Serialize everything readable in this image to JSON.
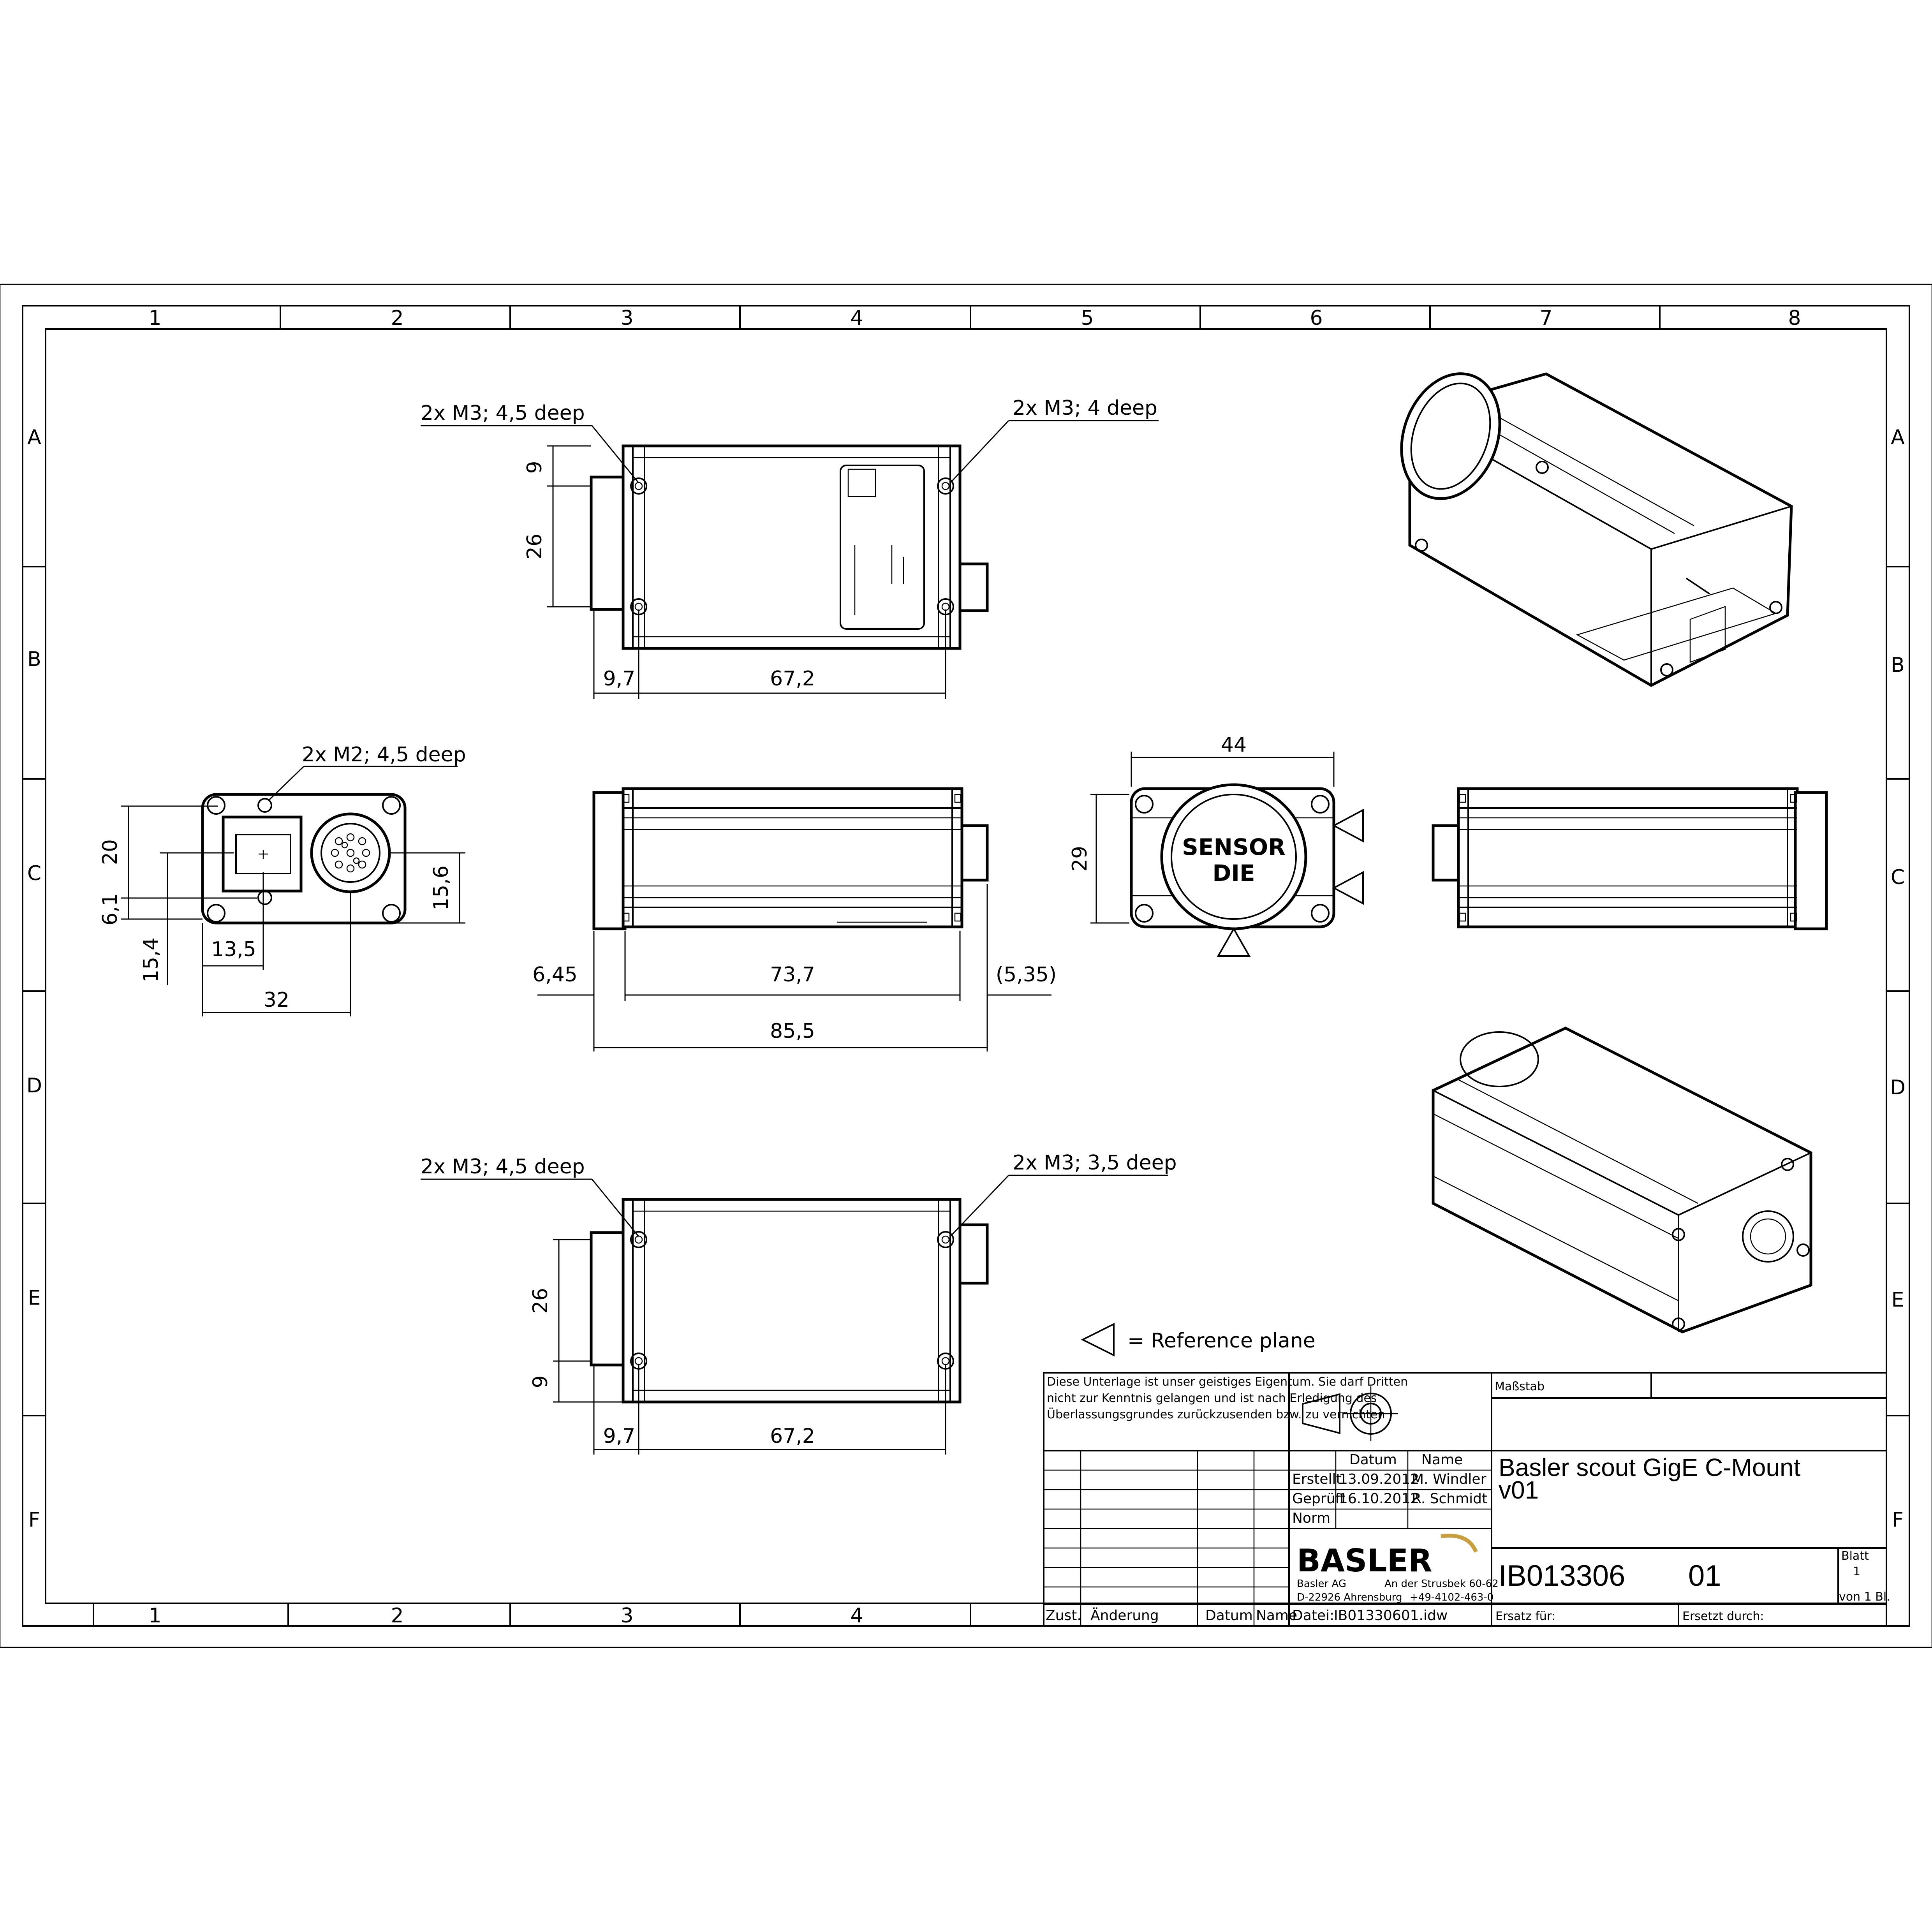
{
  "drawing": {
    "grid_columns": [
      "1",
      "2",
      "3",
      "4",
      "5",
      "6",
      "7",
      "8"
    ],
    "grid_rows": [
      "A",
      "B",
      "C",
      "D",
      "E",
      "F"
    ],
    "top_view": {
      "note_left": "2x M3; 4,5 deep",
      "note_right": "2x M3; 4 deep",
      "dim_9": "9",
      "dim_26": "26",
      "dim_9_7": "9,7",
      "dim_67_2": "67,2"
    },
    "front_view": {
      "note": "2x M2; 4,5 deep",
      "dim_20": "20",
      "dim_6_1": "6,1",
      "dim_15_4": "15,4",
      "dim_15_6": "15,6",
      "dim_13_5": "13,5",
      "dim_32": "32"
    },
    "side_view": {
      "dim_6_45": "6,45",
      "dim_73_7": "73,7",
      "dim_5_35": "(5,35)",
      "dim_85_5": "85,5"
    },
    "rear_view": {
      "dim_44": "44",
      "dim_29": "29",
      "sensor_line1": "SENSOR",
      "sensor_line2": "DIE"
    },
    "bottom_view": {
      "note_left": "2x M3; 4,5 deep",
      "note_right": "2x M3; 3,5 deep",
      "dim_26": "26",
      "dim_9": "9",
      "dim_9_7": "9,7",
      "dim_67_2": "67,2"
    },
    "legend": "= Reference plane"
  },
  "title_block": {
    "disclaimer_lines": [
      "Diese Unterlage ist unser geistiges Eigentum. Sie darf Dritten",
      "nicht zur Kenntnis gelangen und ist nach Erledigung des",
      "Überlassungsgrundes zurückzusenden bzw. zu vernichten"
    ],
    "scale_label": "Maßstab",
    "col_datum": "Datum",
    "col_name": "Name",
    "created_label": "Erstellt",
    "created_date": "13.09.2012",
    "created_name": "M. Windler",
    "checked_label": "Geprüft",
    "checked_date": "16.10.2012",
    "checked_name": "R. Schmidt",
    "norm_label": "Norm",
    "title_line1": "Basler scout GigE C-Mount",
    "title_line2": "v01",
    "logo_text": "BASLER",
    "company": "Basler AG",
    "street": "An der Strusbek 60-62",
    "city": "D-22926 Ahrensburg",
    "phone": "+49-4102-463-0",
    "drawing_number": "IB013306",
    "revision": "01",
    "sheet_label": "Blatt",
    "sheet_number": "1",
    "sheet_total": "von 1 Bl.",
    "rev_zust": "Zust.",
    "rev_change": "Änderung",
    "rev_date": "Datum",
    "rev_name": "Name",
    "file_label": "Datei:",
    "file_name": "IB01330601.idw",
    "replaces_label": "Ersatz für:",
    "replaced_by_label": "Ersetzt durch:"
  },
  "colors": {
    "ink": "#000000",
    "paper": "#ffffff",
    "logo_swoosh": "#c8a040"
  }
}
